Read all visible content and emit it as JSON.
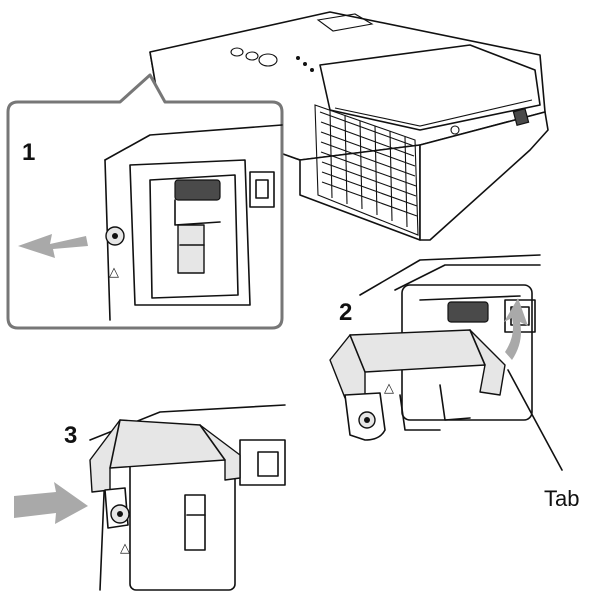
{
  "figure": {
    "steps": [
      {
        "number": "1"
      },
      {
        "number": "2"
      },
      {
        "number": "3"
      }
    ],
    "tab_label": "Tab",
    "triangle_marks": [
      "△",
      "△",
      "△"
    ],
    "colors": {
      "line": "#111111",
      "arrow": "#a9a9a9",
      "callout_frame": "#777777",
      "latch": "#4a4a4a"
    }
  }
}
